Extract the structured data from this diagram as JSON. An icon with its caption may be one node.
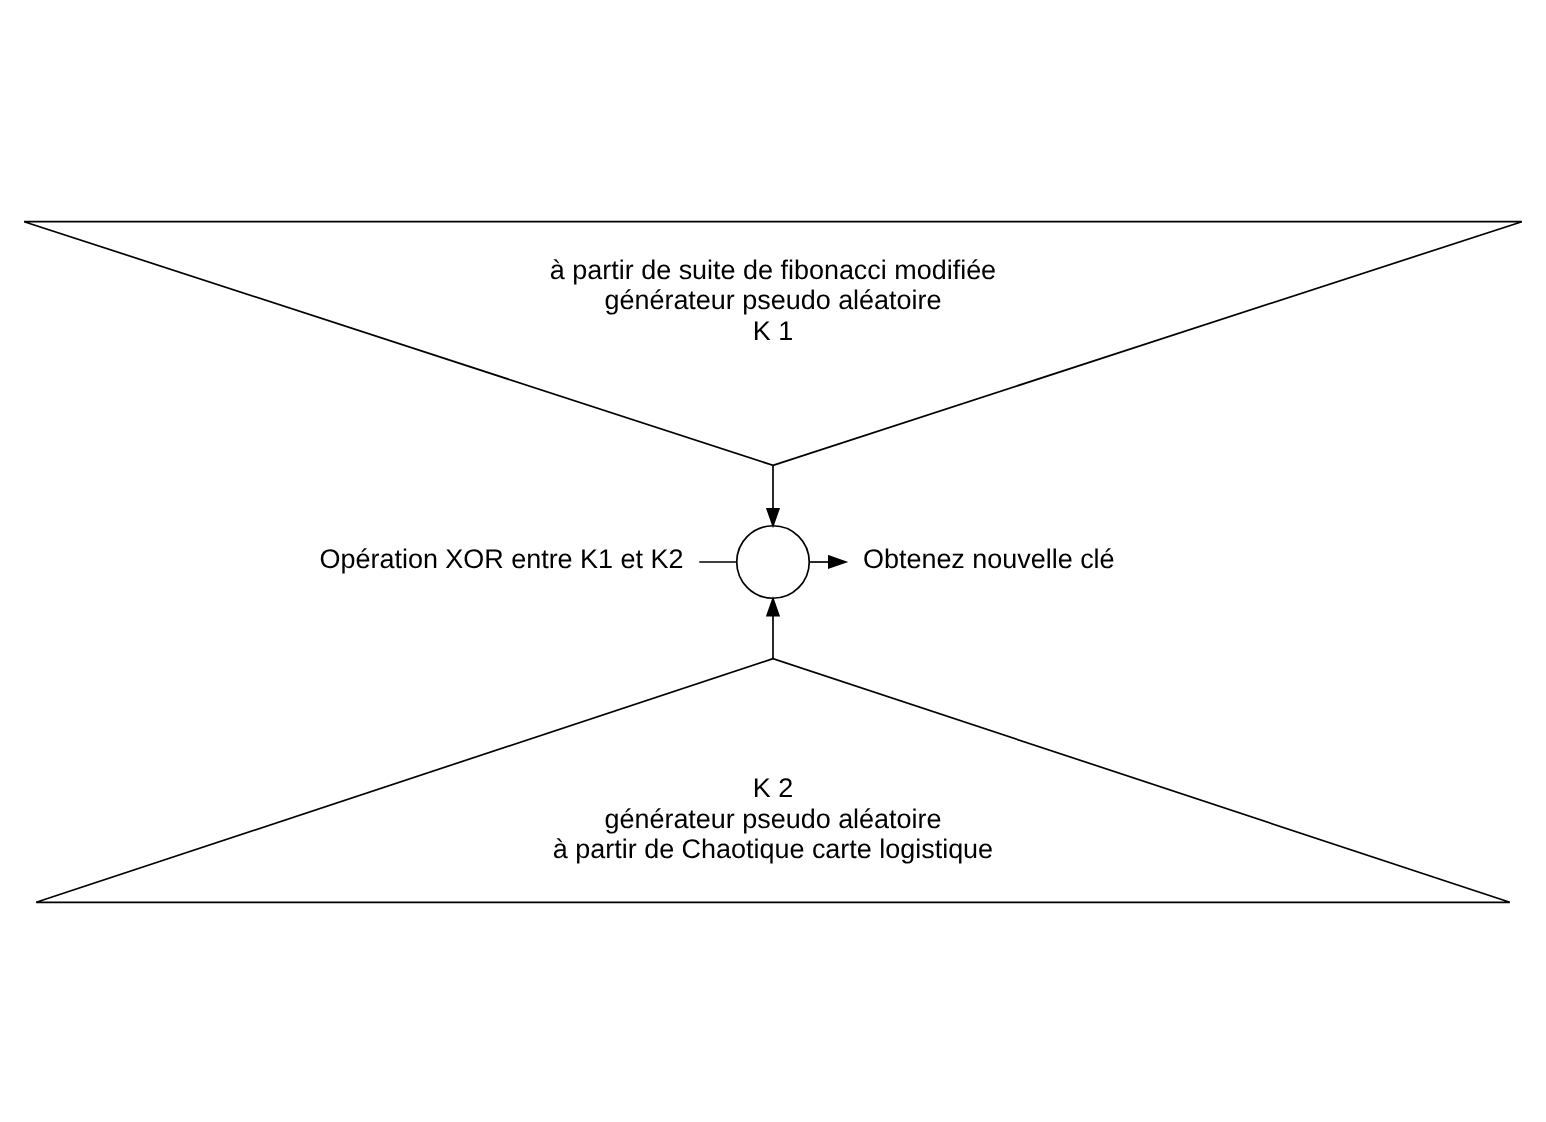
{
  "diagram": {
    "nodes": [
      {
        "text": [
          "à partir de suite de fibonacci modifiée",
          "générateur pseudo aléatoire",
          "K 1"
        ]
      },
      {
        "text": [
          "Opération XOR entre K1 et K2"
        ]
      },
      {
        "text": [],
        "shape": "circle"
      },
      {
        "text": [
          "Obtenez nouvelle clé"
        ]
      },
      {
        "text": [
          "K 2",
          "générateur pseudo aléatoire",
          "à partir de Chaotique carte logistique"
        ]
      }
    ],
    "edges": [
      {
        "from": 0,
        "to": 2,
        "arrow": "to"
      },
      {
        "from": 4,
        "to": 2,
        "arrow": "to"
      },
      {
        "from": 1,
        "to": 2,
        "arrow": "none"
      },
      {
        "from": 2,
        "to": 3,
        "arrow": "to"
      }
    ]
  }
}
